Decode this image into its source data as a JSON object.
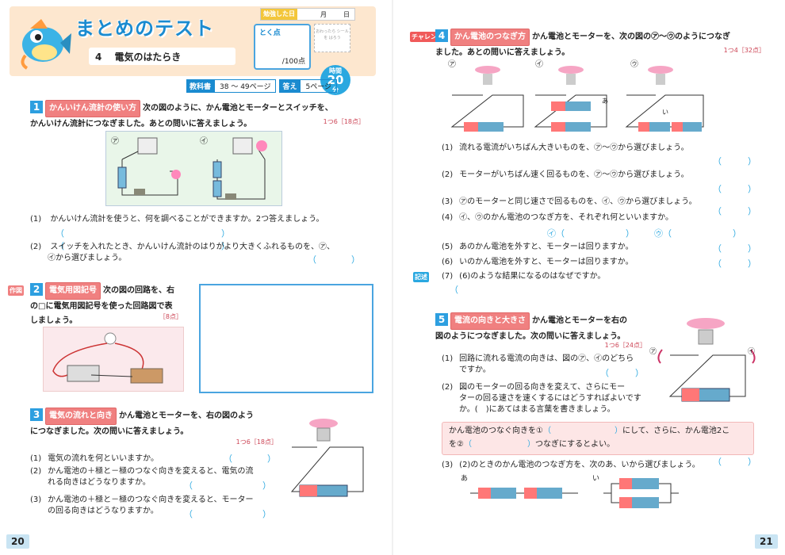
{
  "header": {
    "title": "まとめのテスト",
    "unit_number": "4",
    "unit_title": "電気のはたらき",
    "studied_label": "勉強した日",
    "month": "月",
    "day": "日",
    "score_label": "とく点",
    "score_denominator": "/100点",
    "sticker_text": "おわったら シールを はろう",
    "time_label": "時間",
    "time_value": "20",
    "time_unit": "分",
    "textbook_label": "教科書",
    "textbook_pages": "38 ～ 49ページ",
    "answers_label": "答え",
    "answers_page": "5ページ"
  },
  "q1": {
    "num": "1",
    "tag": "かんいけん流計の使い方",
    "line1": "次の図のように、かん電池とモーターとスイッチを、",
    "line2": "かんいけん流計につなぎました。あとの問いに答えましょう。",
    "points": "1つ6［18点］",
    "fig_a": "㋐",
    "fig_b": "㋑",
    "sub1_no": "(1)",
    "sub1": "かんいけん流計を使うと、何を調べることができますか。2つ答えましょう。",
    "sub2_no": "(2)",
    "sub2_l1": "スイッチを入れたとき、かんいけん流計のはりがより大きくふれるものを、㋐、",
    "sub2_l2": "㋑から選びましょう。"
  },
  "q2": {
    "side": "作図",
    "num": "2",
    "tag": "電気用図記号",
    "l1": "次の図の回路を、右",
    "l2": "の□に電気用図記号を使った回路図で表",
    "l3": "しましょう。",
    "points": "［8点］"
  },
  "q3": {
    "num": "3",
    "tag": "電気の流れと向き",
    "l1": "かん電池とモーターを、右の図のよう",
    "l2": "につなぎました。次の問いに答えましょう。",
    "points": "1つ6［18点］",
    "s1_no": "(1)",
    "s1": "電気の流れを何といいますか。",
    "s2_no": "(2)",
    "s2_l1": "かん電池の＋極と－極のつなぐ向きを変えると、電気の流",
    "s2_l2": "れる向きはどうなりますか。",
    "s3_no": "(3)",
    "s3_l1": "かん電池の＋極と－極のつなぐ向きを変えると、モーター",
    "s3_l2": "の回る向きはどうなりますか。"
  },
  "q4": {
    "side": "チャレンジ",
    "num": "4",
    "tag": "かん電池のつなぎ方",
    "l1": "かん電池とモーターを、次の図の㋐～㋒のようにつなぎ",
    "l2": "ました。あとの問いに答えましょう。",
    "points": "1つ4［32点］",
    "figs": [
      "㋐",
      "㋑",
      "㋒"
    ],
    "mark_a": "あ",
    "mark_i": "い",
    "s1_no": "(1)",
    "s1": "流れる電流がいちばん大きいものを、㋐～㋒から選びましょう。",
    "s2_no": "(2)",
    "s2": "モーターがいちばん速く回るものを、㋐～㋒から選びましょう。",
    "s3_no": "(3)",
    "s3": "㋐のモーターと同じ速さで回るものを、㋑、㋒から選びましょう。",
    "s4_no": "(4)",
    "s4": "㋑、㋒のかん電池のつなぎ方を、それぞれ何といいますか。",
    "s4_a": "㋑",
    "s4_b": "㋒",
    "s5_no": "(5)",
    "s5": "あのかん電池を外すと、モーターは回りますか。",
    "s6_no": "(6)",
    "s6": "いのかん電池を外すと、モーターは回りますか。",
    "s7_side": "記述",
    "s7_no": "(7)",
    "s7": "(6)のような結果になるのはなぜですか。"
  },
  "q5": {
    "num": "5",
    "tag": "電流の向きと大きさ",
    "l1": "かん電池とモーターを右の",
    "l2": "図のようにつなぎました。次の問いに答えましょう。",
    "points": "1つ6［24点］",
    "s1_no": "(1)",
    "s1_l1": "回路に流れる電流の向きは、図の㋐、㋑のどちら",
    "s1_l2": "ですか。",
    "s2_no": "(2)",
    "s2_l1": "図のモーターの回る向きを変えて、さらにモー",
    "s2_l2": "ターの回る速さを速くするにはどうすればよいです",
    "s2_l3": "か。(　)にあてはまる言葉を書きましょう。",
    "fill_l1a": "かん電池のつなぐ向きを①",
    "fill_l1b": "にして、さらに、かん電池2こ",
    "fill_l2a": "を②",
    "fill_l2b": "つなぎにするとよい。",
    "s3_no": "(3)",
    "s3": "(2)のときのかん電池のつなぎ方を、次のあ、いから選びましょう。",
    "opt_a": "あ",
    "opt_i": "い",
    "arrow_a": "㋐",
    "arrow_b": "㋑"
  },
  "page_left": "20",
  "page_right": "21",
  "colors": {
    "accent": "#2aa8e0",
    "tag": "#f08080",
    "band": "#fde7cf"
  }
}
